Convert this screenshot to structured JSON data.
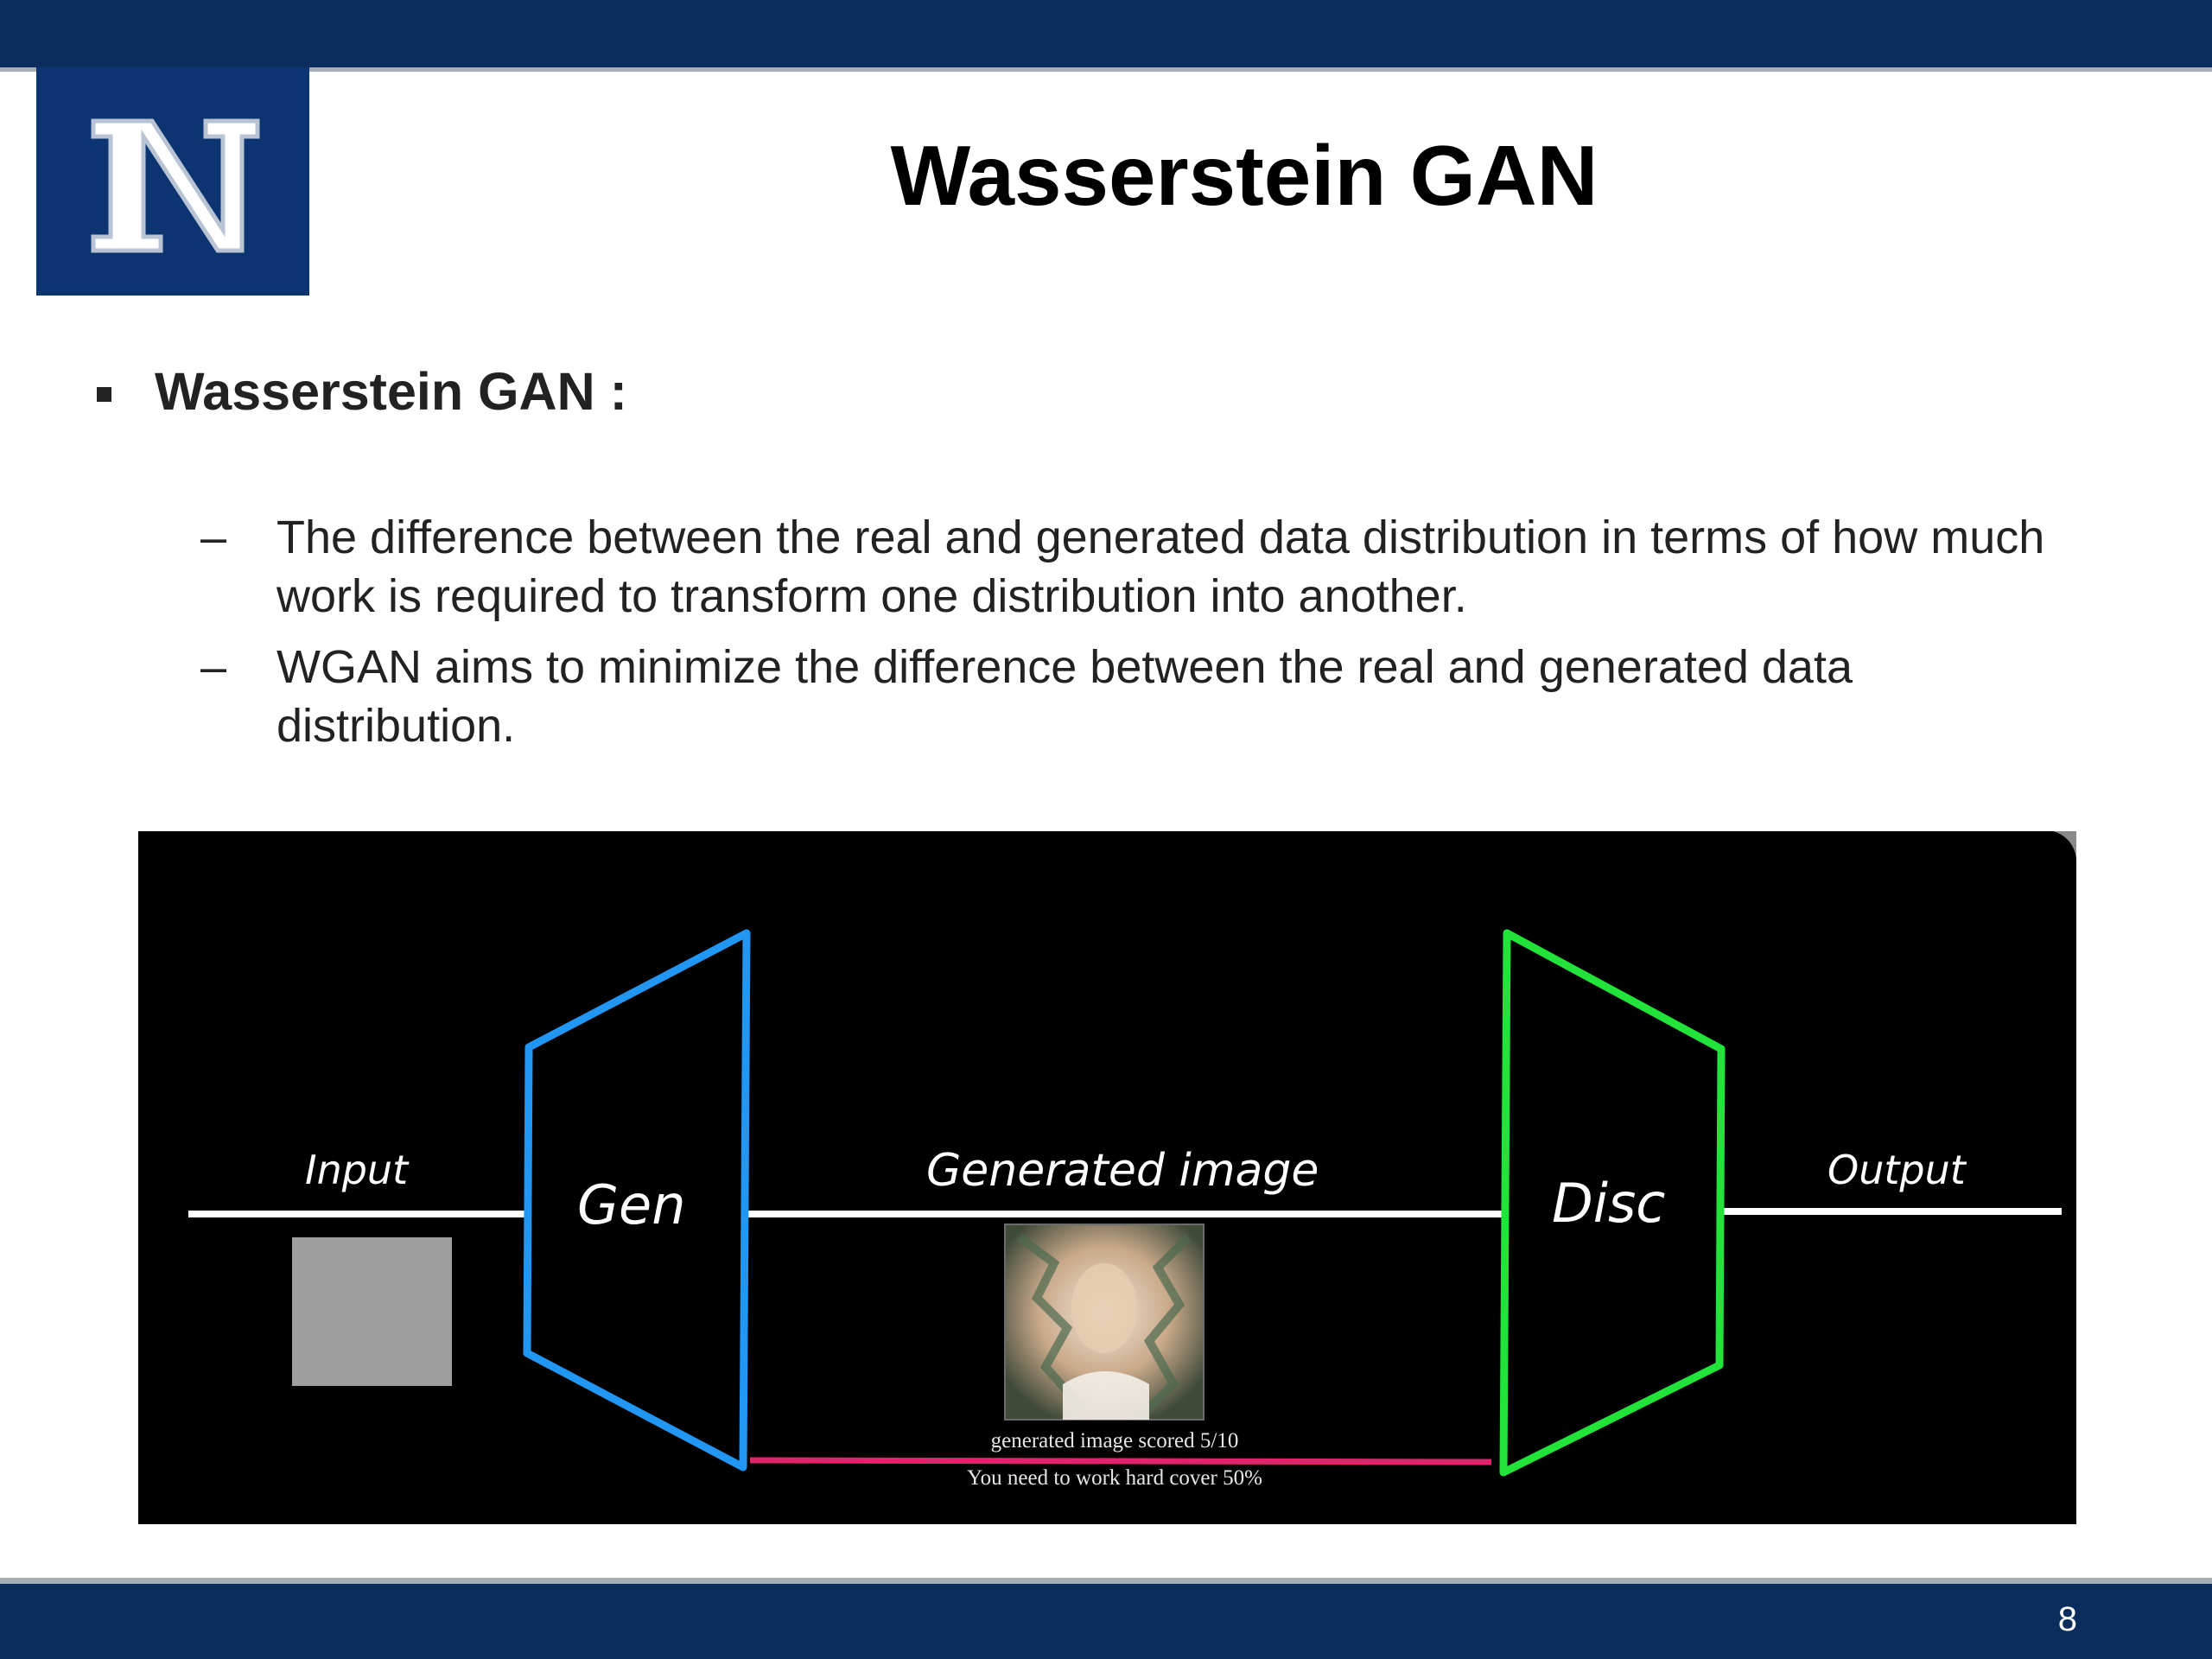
{
  "slide": {
    "title": "Wasserstein GAN",
    "logo_letter": "N",
    "bullet": "Wasserstein GAN :",
    "sub_bullets": [
      {
        "dash": "–",
        "text": "The difference between the real and generated data distribution in terms of how much work is required to transform one distribution into another."
      },
      {
        "dash": "–",
        "text": "WGAN aims to minimize the difference between the real and generated data distribution."
      }
    ],
    "page_number": "8"
  },
  "diagram": {
    "labels": {
      "input": "Input",
      "gen": "Gen",
      "generated_image": "Generated image",
      "disc": "Disc",
      "output": "Output"
    },
    "captions": {
      "score": "generated image scored 5/10",
      "work": "You need to work hard cover 50%"
    },
    "colors": {
      "background": "#000000",
      "generator": "#2196f3",
      "discriminator": "#22e33a",
      "feedback_line": "#e0246b",
      "input_box": "#9e9e9e"
    }
  }
}
